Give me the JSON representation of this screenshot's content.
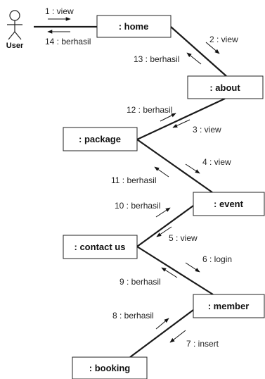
{
  "actor": {
    "name": "User"
  },
  "objects": {
    "home": ": home",
    "about": ": about",
    "package": ": package",
    "event": ": event",
    "contact": ": contact us",
    "member": ": member",
    "booking": ": booking"
  },
  "messages": {
    "m1": "1 : view",
    "m2": "2 : view",
    "m3": "3 : view",
    "m4": "4 : view",
    "m5": "5 : view",
    "m6": "6 : login",
    "m7": "7 : insert",
    "m8": "8 : berhasil",
    "m9": "9 : berhasil",
    "m10": "10 : berhasil",
    "m11": "11 : berhasil",
    "m12": "12 : berhasil",
    "m13": "13 : berhasil",
    "m14": "14 : berhasil"
  }
}
